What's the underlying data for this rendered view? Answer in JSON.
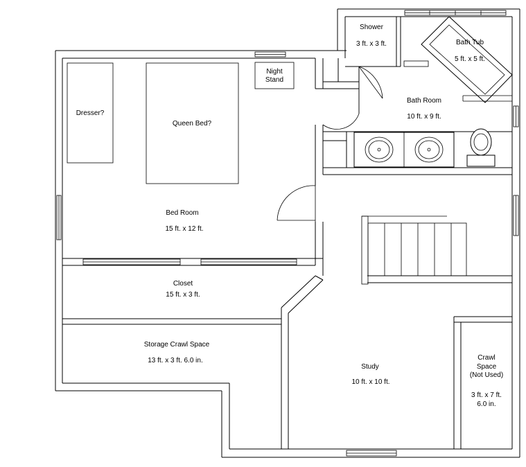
{
  "rooms": {
    "shower": {
      "name": "Shower",
      "size": "3 ft. x 3 ft."
    },
    "bathtub": {
      "name": "Bath Tub",
      "size": "5 ft. x 5 ft."
    },
    "nightstand": {
      "line1": "Night",
      "line2": "Stand"
    },
    "dresser": {
      "name": "Dresser?"
    },
    "queenbed": {
      "name": "Queen Bed?"
    },
    "bathroom": {
      "name": "Bath Room",
      "size": "10 ft. x 9 ft."
    },
    "bedroom": {
      "name": "Bed Room",
      "size": "15 ft. x 12 ft."
    },
    "closet": {
      "name": "Closet",
      "size": "15 ft. x 3 ft."
    },
    "storage": {
      "name": "Storage Crawl Space",
      "size": "13 ft. x 3 ft. 6.0 in."
    },
    "study": {
      "name": "Study",
      "size": "10 ft. x 10 ft."
    },
    "crawl": {
      "line1": "Crawl",
      "line2": "Space",
      "line3": "(Not Used)",
      "size1": "3 ft. x 7 ft.",
      "size2": "6.0 in."
    }
  }
}
